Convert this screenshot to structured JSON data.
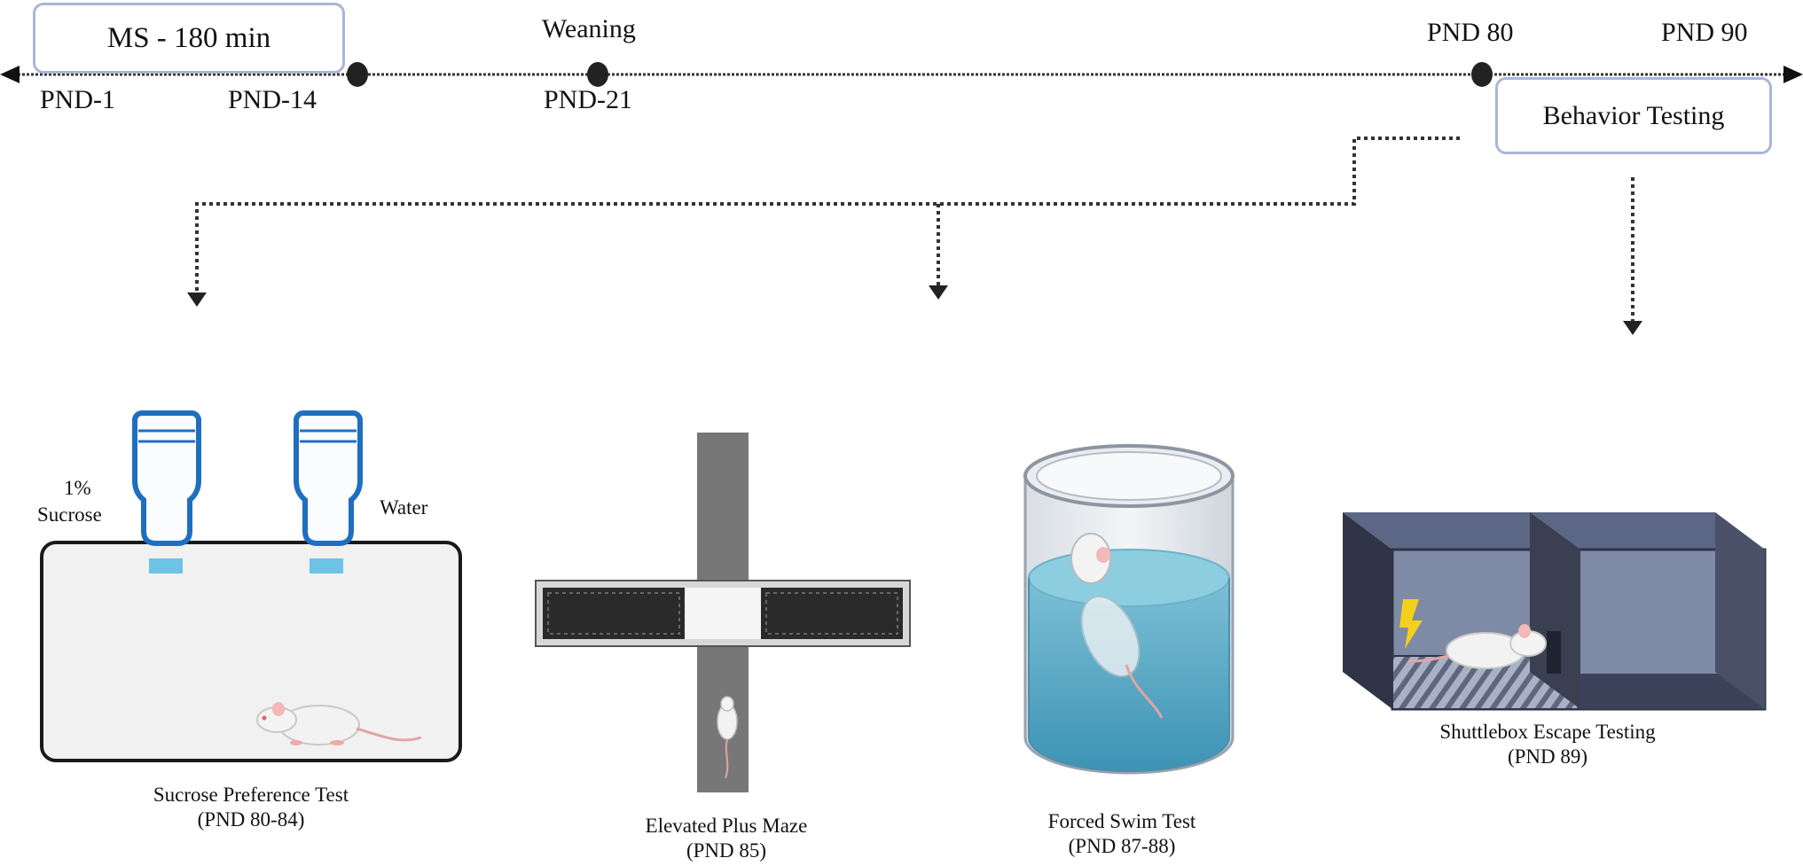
{
  "timeline": {
    "ms_box_label": "MS - 180 min",
    "weaning_label": "Weaning",
    "pnd_1": "PND-1",
    "pnd_14": "PND-14",
    "pnd_21": "PND-21",
    "pnd_80": "PND 80",
    "pnd_90": "PND 90",
    "behavior_box_label": "Behavior Testing"
  },
  "tests": {
    "sucrose": {
      "title": "Sucrose Preference Test",
      "days": "(PND 80-84)",
      "bottle_left_pct": "1%",
      "bottle_left_name": "Sucrose",
      "bottle_right_name": "Water"
    },
    "epm": {
      "title": "Elevated Plus Maze",
      "days": "(PND 85)"
    },
    "fst": {
      "title": "Forced Swim Test",
      "days": "(PND 87-88)"
    },
    "shuttle": {
      "title": "Shuttlebox Escape Testing",
      "days": "(PND 89)"
    }
  },
  "colors": {
    "box_border": "#a9b6d6",
    "bottle_blue": "#1f6fbf",
    "spout_blue": "#6cc3e6",
    "maze_dark": "#2a2a2a",
    "maze_gray": "#777777",
    "water": "#5aa9c6",
    "shuttle_dark": "#3a3f52",
    "shuttle_mid": "#6d7c99",
    "shock": "#f3d11a"
  }
}
